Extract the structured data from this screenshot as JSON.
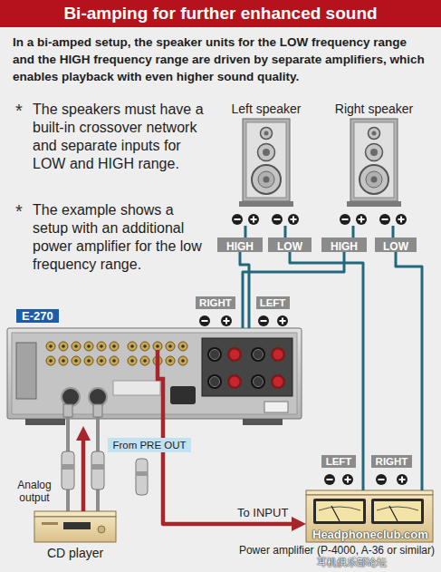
{
  "diagram": {
    "title": "Bi-amping for further enhanced sound",
    "nodes": [
      {
        "text": [
          "Left speaker"
        ]
      },
      {
        "text": [
          "Right speaker"
        ]
      },
      {
        "text": [
          "HIGH"
        ]
      },
      {
        "text": [
          "LOW"
        ]
      },
      {
        "text": [
          "HIGH"
        ]
      },
      {
        "text": [
          "LOW"
        ]
      },
      {
        "text": [
          "E-270"
        ]
      },
      {
        "text": [
          "CD player"
        ]
      },
      {
        "text": [
          "Power amplifier (P-4000, A-36 or similar)"
        ]
      }
    ],
    "edges": [
      {
        "from": 7,
        "to": 6,
        "arrow": "to"
      },
      {
        "from": 6,
        "to": 8,
        "label": "From PRE OUT",
        "arrow": "to"
      },
      {
        "from": 6,
        "to": 2,
        "arrow": "none"
      },
      {
        "from": 6,
        "to": 4,
        "arrow": "none"
      },
      {
        "from": 8,
        "to": 3,
        "arrow": "none"
      },
      {
        "from": 8,
        "to": 5,
        "arrow": "none"
      }
    ],
    "labels": [
      "In a bi-amped setup, the speaker units for the LOW frequency range and the HIGH frequency range are driven by separate amplifiers, which enables playback with even higher sound quality.",
      "*",
      "The speakers must have a built-in crossover network and separate inputs for LOW and HIGH range.",
      "*",
      "The example shows a setup with an additional power amplifier for the low frequency range.",
      "RIGHT",
      "LEFT",
      "LEFT",
      "RIGHT",
      "Analog output",
      "To INPUT",
      "Headphoneclub.com",
      "耳机俱乐部论坛"
    ]
  }
}
